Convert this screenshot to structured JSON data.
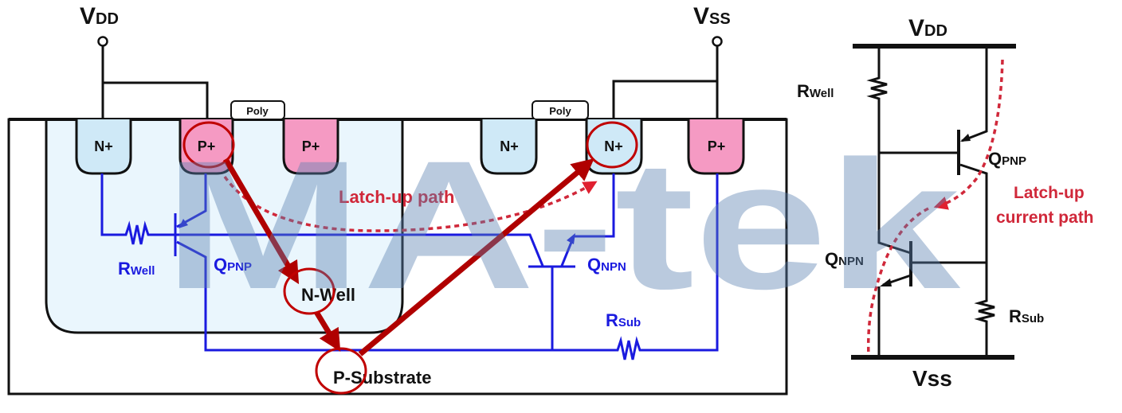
{
  "cross_section": {
    "vdd": {
      "main": "V",
      "sub": "DD"
    },
    "vss": {
      "main": "V",
      "sub": "SS"
    },
    "poly_label": "Poly",
    "diffusions": [
      "N+",
      "P+",
      "P+",
      "N+",
      "N+",
      "P+"
    ],
    "r_well": {
      "main": "R",
      "sub": "Well"
    },
    "q_pnp": {
      "main": "Q",
      "sub": "PNP"
    },
    "q_npn": {
      "main": "Q",
      "sub": "NPN"
    },
    "r_sub": {
      "main": "R",
      "sub": "Sub"
    },
    "n_well": "N-Well",
    "p_substrate": "P-Substrate",
    "latchup_label": "Latch-up path"
  },
  "schematic": {
    "vdd": {
      "main": "V",
      "sub": "DD"
    },
    "vss": "Vss",
    "r_well": {
      "main": "R",
      "sub": "Well"
    },
    "q_pnp": {
      "main": "Q",
      "sub": "PNP"
    },
    "q_npn": {
      "main": "Q",
      "sub": "NPN"
    },
    "r_sub": {
      "main": "R",
      "sub": "Sub"
    },
    "latchup_label_line1": "Latch-up",
    "latchup_label_line2": "current path"
  },
  "watermark": "MA-tek",
  "colors": {
    "circuit": "#1a1adf",
    "latchup": "#d0283a",
    "arrow": "#b00000",
    "n_diff": "#cfe9f7",
    "p_diff": "#f59ac3",
    "nwell": "#eaf6fd"
  }
}
